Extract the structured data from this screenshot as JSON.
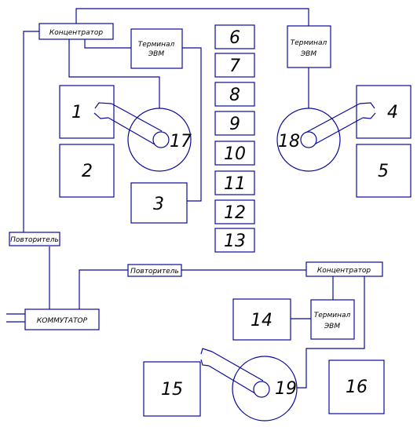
{
  "colors": {
    "line": "#0a0a9c",
    "text": "#000000",
    "background": "#ffffff"
  },
  "labels": {
    "concentrator": "Концентратор",
    "terminal_line1": "Терминал",
    "terminal_line2": "ЭВМ",
    "repeater": "Повторитель",
    "commutator": "КОММУТАТОР"
  },
  "cells": {
    "c1": "1",
    "c2": "2",
    "c3": "3",
    "c4": "4",
    "c5": "5",
    "c6": "6",
    "c7": "7",
    "c8": "8",
    "c9": "9",
    "c10": "10",
    "c11": "11",
    "c12": "12",
    "c13": "13",
    "c14": "14",
    "c15": "15",
    "c16": "16"
  },
  "robots": {
    "r17": "17",
    "r18": "18",
    "r19": "19"
  }
}
